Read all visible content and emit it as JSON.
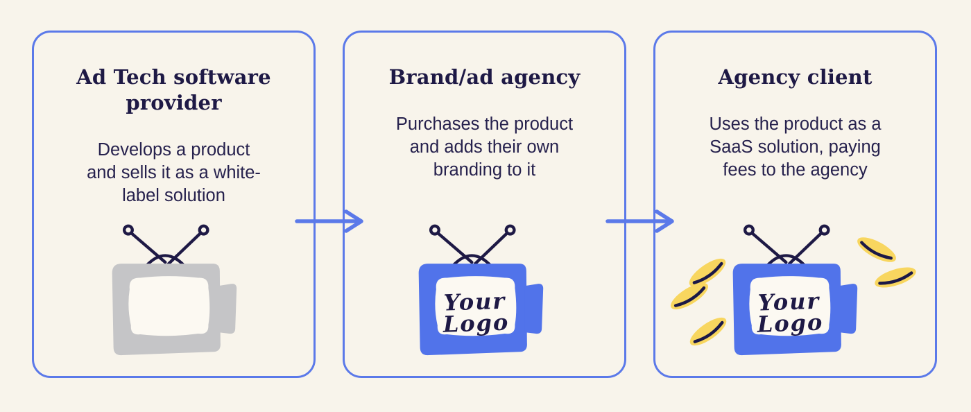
{
  "diagram": {
    "cards": [
      {
        "id": "ad-tech-software-provider",
        "title_lines": [
          "Ad Tech software",
          "provider"
        ],
        "description_lines": [
          "Develops a product",
          "and sells it as a white-",
          "label solution"
        ],
        "icon": "blank-tv-icon",
        "tv_color_name": "gray"
      },
      {
        "id": "brand-ad-agency",
        "title_lines": [
          "Brand/ad agency"
        ],
        "description_lines": [
          "Purchases the product",
          "and adds their own",
          "branding to it"
        ],
        "icon": "branded-tv-icon",
        "tv_color_name": "blue",
        "logo_lines": [
          "Your",
          "Logo"
        ]
      },
      {
        "id": "agency-client",
        "title_lines": [
          "Agency client"
        ],
        "description_lines": [
          "Uses the product as a",
          "SaaS solution, paying",
          "fees to the agency"
        ],
        "icon": "branded-tv-with-coins-icon",
        "tv_color_name": "blue",
        "logo_lines": [
          "Your",
          "Logo"
        ],
        "coin_count": 5
      }
    ],
    "arrows": [
      {
        "direction": "right"
      },
      {
        "direction": "right"
      }
    ],
    "colors": {
      "background": "#F8F4EB",
      "card_border": "#5B79E9",
      "arrow": "#5B79E9",
      "tv_blue": "#5173EA",
      "tv_gray": "#C5C5C7",
      "tv_screen": "#FCF9F2",
      "coin_yellow": "#F8D65F",
      "ink_navy": "#1E1945"
    }
  }
}
